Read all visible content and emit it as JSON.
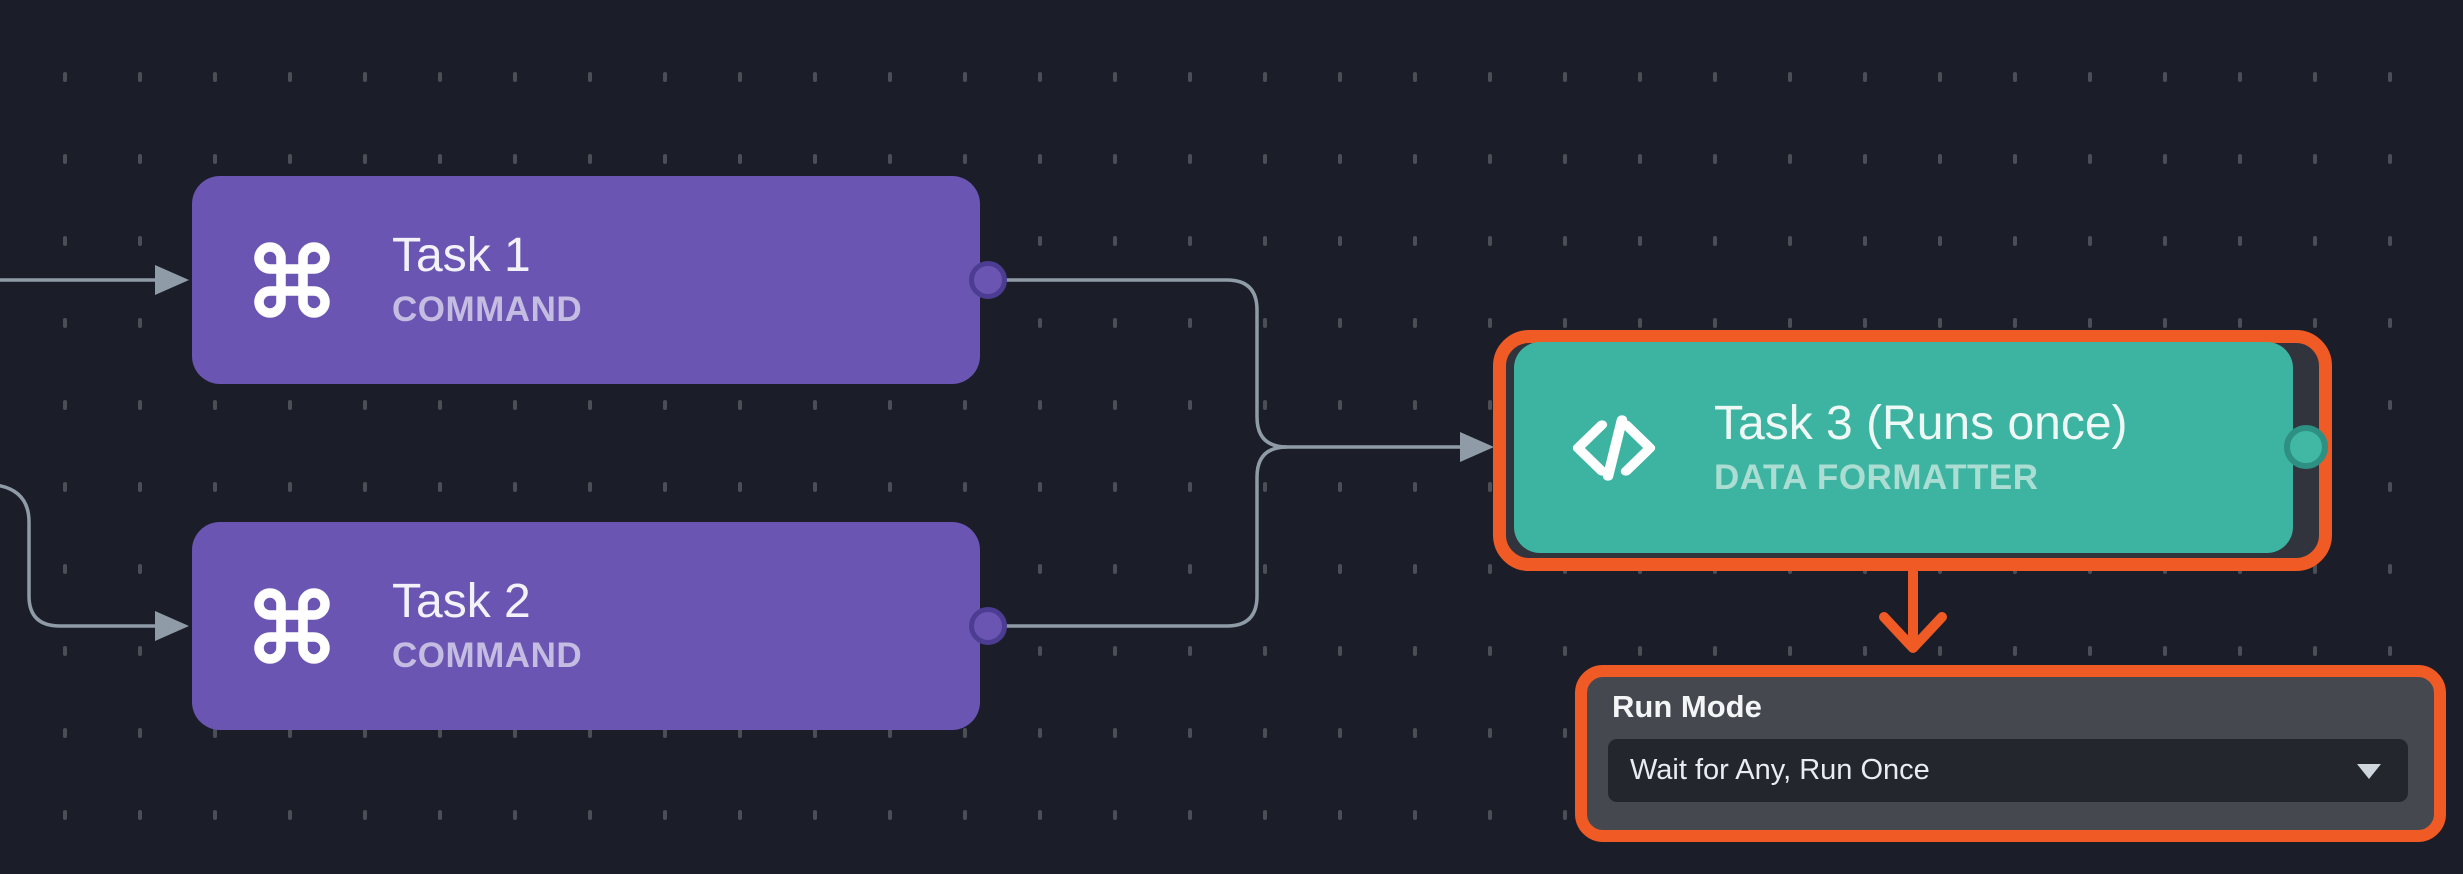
{
  "canvas": {
    "type": "workflow-graph-editor",
    "grid": "dashed-dot-grid"
  },
  "nodes": [
    {
      "id": "task1",
      "title": "Task 1",
      "subtitle": "COMMAND",
      "icon": "command-icon",
      "color": "#6a55b3",
      "selected": false,
      "output_port": true
    },
    {
      "id": "task2",
      "title": "Task 2",
      "subtitle": "COMMAND",
      "icon": "command-icon",
      "color": "#6a55b3",
      "selected": false,
      "output_port": true
    },
    {
      "id": "task3",
      "title": "Task 3 (Runs once)",
      "subtitle": "DATA FORMATTER",
      "icon": "code-icon",
      "color": "#3cb4a1",
      "selected": true,
      "output_port": true
    }
  ],
  "edges": [
    {
      "from": "offscreen-left",
      "to": "task1"
    },
    {
      "from": "offscreen-left",
      "to": "task2"
    },
    {
      "from": "task1",
      "to": "task3"
    },
    {
      "from": "task2",
      "to": "task3"
    }
  ],
  "inspector": {
    "label": "Run Mode",
    "dropdown_value": "Wait for Any, Run Once",
    "caret_icon": "chevron-down-icon",
    "points_to": "task3"
  },
  "colors": {
    "background": "#1b1e28",
    "grid_dash": "#4b4e55",
    "edge_gray": "#8f9ca8",
    "node_purple": "#6a55b3",
    "node_purple_port_ring": "#4c3d93",
    "node_teal": "#3cb4a1",
    "node_teal_port_ring": "#2d9082",
    "selection_orange": "#f05a24",
    "selection_halo": "#31343c",
    "panel_bg": "#45484f",
    "dropdown_bg": "#24262d"
  }
}
